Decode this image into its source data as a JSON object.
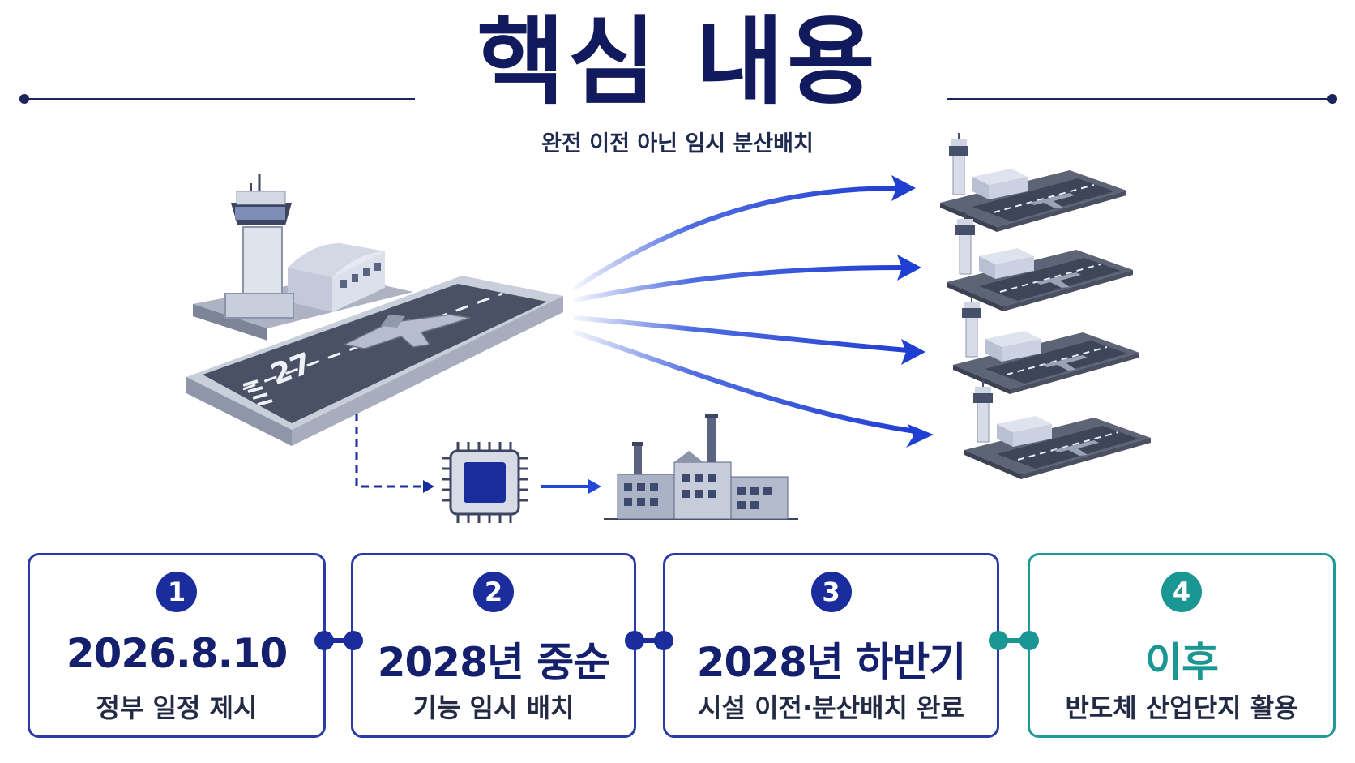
{
  "header": {
    "title": "핵심 내용",
    "subtitle": "완전 이전 아닌 임시 분산배치"
  },
  "illustration": {
    "runway_number": "27",
    "icons": [
      "main-airbase-icon",
      "satellite-airbase-icon",
      "semiconductor-chip-icon",
      "factory-icon"
    ]
  },
  "timeline": [
    {
      "number": "1",
      "date": "2026.8.10",
      "desc": "정부 일정 제시"
    },
    {
      "number": "2",
      "date": "2028년 중순",
      "desc": "기능 임시 배치"
    },
    {
      "number": "3",
      "date": "2028년 하반기",
      "desc": "시설 이전·분산배치 완료"
    },
    {
      "number": "4",
      "date": "이후",
      "desc": "반도체 산업단지 활용"
    }
  ],
  "colors": {
    "navy": "#14206e",
    "blue_arrow": "#2348d8",
    "teal": "#1a9693"
  }
}
